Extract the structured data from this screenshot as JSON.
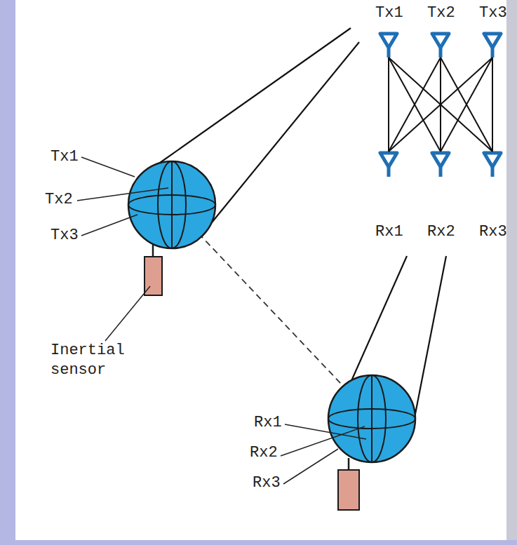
{
  "diagram": {
    "labels": [
      "Tx1",
      "Tx2",
      "Tx3",
      "Inertial sensor",
      "Rx1",
      "Rx2",
      "Rx3",
      "Tx1",
      "Tx2",
      "Tx3",
      "Rx1",
      "Rx2",
      "Rx3"
    ]
  }
}
